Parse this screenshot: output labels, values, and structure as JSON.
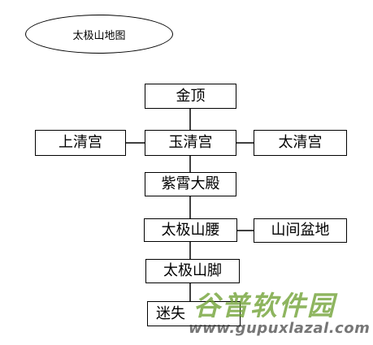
{
  "diagram": {
    "title": "太极山地图",
    "nodes": {
      "jinding": "金顶",
      "shangqinggong": "上清宫",
      "yuqinggong": "玉清宫",
      "taiqinggong": "太清宫",
      "zixiadadian": "紫霄大殿",
      "taijishanyao": "太极山腰",
      "shanjianpendi": "山间盆地",
      "taijishanjiao": "太极山脚",
      "mishi": "迷失"
    }
  },
  "watermark": {
    "title": "谷普软件园",
    "url": "www.gupuxlazal.com"
  }
}
